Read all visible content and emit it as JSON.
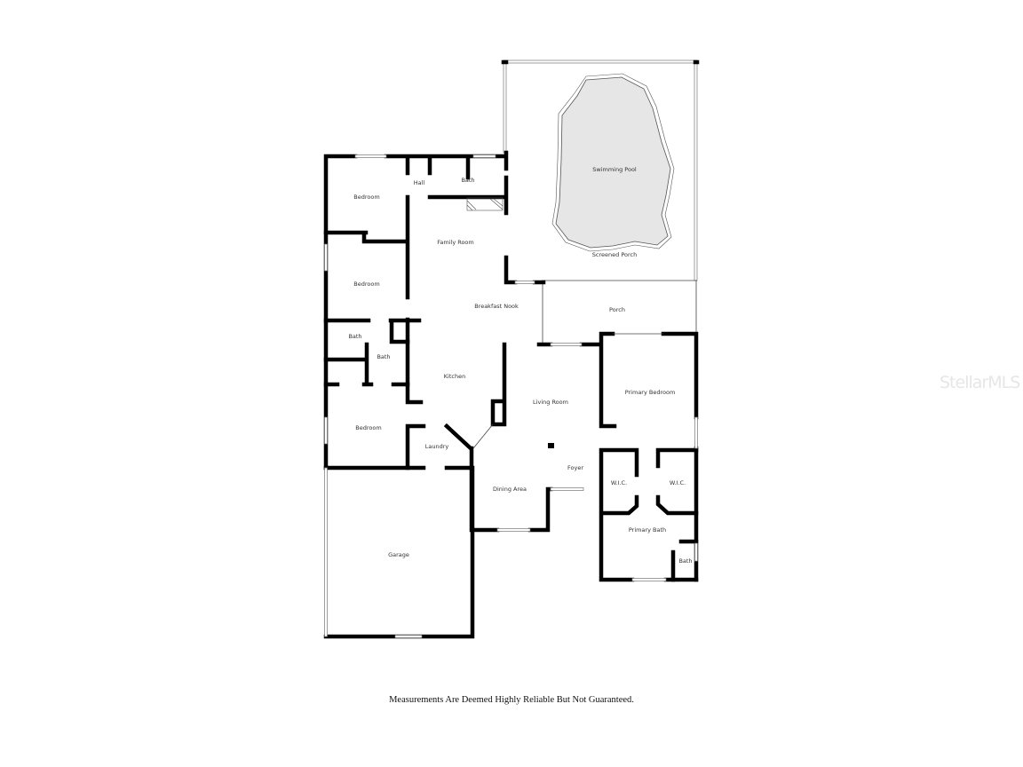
{
  "rooms": {
    "bedroom_1": "Bedroom",
    "hall": "Hall",
    "bath_top": "Bath",
    "family_room": "Family Room",
    "bedroom_2": "Bedroom",
    "breakfast_nook": "Breakfast Nook",
    "bath_a": "Bath",
    "bath_b": "Bath",
    "kitchen": "Kitchen",
    "bedroom_3": "Bedroom",
    "laundry": "Laundry",
    "garage": "Garage",
    "dining_area": "Dining Area",
    "living_room": "Living Room",
    "foyer": "Foyer",
    "swimming_pool": "Swimming Pool",
    "screened_porch": "Screened Porch",
    "porch": "Porch",
    "primary_bedroom": "Primary Bedroom",
    "wic_1": "W.I.C.",
    "wic_2": "W.I.C.",
    "primary_bath": "Primary Bath",
    "bath_primary_small": "Bath"
  },
  "colors": {
    "walls": "#000000",
    "pool_fill": "#e6e6e6"
  },
  "disclaimer": "Measurements Are Deemed Highly Reliable But Not Guaranteed.",
  "watermark": "StellarMLS"
}
